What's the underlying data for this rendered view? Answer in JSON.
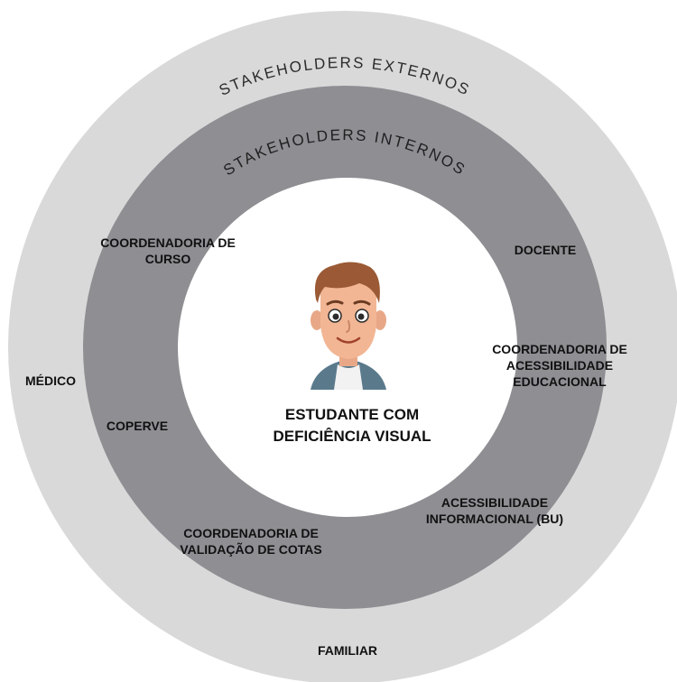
{
  "colors": {
    "outer_ring": "#d9d9d9",
    "inner_ring": "#8e8e93",
    "center": "#ffffff",
    "text": "#111111"
  },
  "rings": {
    "external_title": "STAKEHOLDERS EXTERNOS",
    "internal_title": "STAKEHOLDERS INTERNOS"
  },
  "center": {
    "icon": "student-avatar-icon",
    "title": "ESTUDANTE COM\nDEFICIÊNCIA VISUAL"
  },
  "internal": {
    "coord_curso": "COORDENADORIA DE\nCURSO",
    "docente": "DOCENTE",
    "coord_acessibilidade": "COORDENADORIA DE\nACESSIBILIDADE\nEDUCACIONAL",
    "coperve": "COPERVE",
    "acessibilidade_bu": "ACESSIBILIDADE\nINFORMACIONAL (BU)",
    "coord_cotas": "COORDENADORIA DE\nVALIDAÇÃO DE COTAS"
  },
  "external": {
    "medico": "MÉDICO",
    "familiar": "FAMILIAR"
  }
}
